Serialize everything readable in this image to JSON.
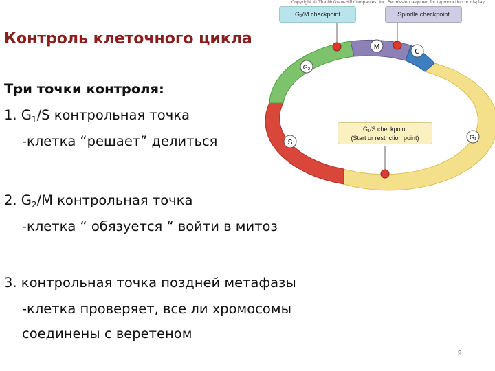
{
  "slide": {
    "title": "Контроль клеточного цикла",
    "intro": "Три точки контроля:",
    "item1_prefix": "1. G",
    "item1_sub1": "1",
    "item1_mid": "/S контрольная точка",
    "item1_desc": "-клетка “решает” делиться",
    "item2_prefix": "2. G",
    "item2_sub": "2",
    "item2_mid": "/M контрольная точка",
    "item2_desc": "-клетка “ обязуется “ войти в митоз",
    "item3": "3. контрольная точка поздней метафазы",
    "item3_desc1": "-клетка проверяет, все ли хромосомы",
    "item3_desc2": "соединены с веретеном",
    "page_number": "9"
  },
  "diagram": {
    "copyright": "Copyright © The McGraw-Hill Companies, Inc. Permission required for reproduction or display.",
    "g2m_label": "G₂/M checkpoint",
    "spindle_label": "Spindle checkpoint",
    "g1s_label_line1": "G₁/S checkpoint",
    "g1s_label_line2": "(Start or restriction point)",
    "phase_m": "M",
    "phase_c": "C",
    "phase_g2": "G₂",
    "phase_s": "S",
    "phase_g1": "G₁",
    "colors": {
      "g1": "#f4e08a",
      "s": "#d9473a",
      "g2": "#7cc36b",
      "m": "#8c82b8",
      "c": "#3d7fc1",
      "checkpoint_dot": "#e0392c"
    }
  }
}
